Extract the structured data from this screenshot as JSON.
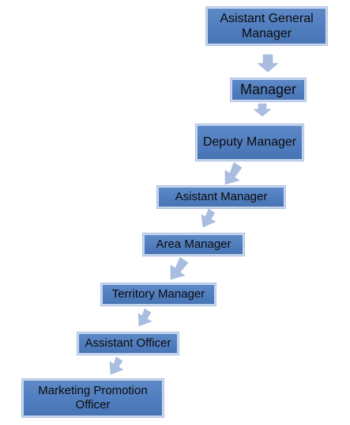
{
  "diagram": {
    "nodes": [
      {
        "id": "agm",
        "label": "Asistant General Manager"
      },
      {
        "id": "mgr",
        "label": "Manager"
      },
      {
        "id": "dm",
        "label": "Deputy Manager"
      },
      {
        "id": "am",
        "label": "Asistant Manager"
      },
      {
        "id": "area",
        "label": "Area Manager"
      },
      {
        "id": "tm",
        "label": "Territory Manager"
      },
      {
        "id": "ao",
        "label": "Assistant Officer"
      },
      {
        "id": "mpo",
        "label": "Marketing Promotion Officer"
      }
    ],
    "edges": [
      {
        "from": "agm",
        "to": "mgr"
      },
      {
        "from": "mgr",
        "to": "dm"
      },
      {
        "from": "dm",
        "to": "am"
      },
      {
        "from": "am",
        "to": "area"
      },
      {
        "from": "area",
        "to": "tm"
      },
      {
        "from": "tm",
        "to": "ao"
      },
      {
        "from": "ao",
        "to": "mpo"
      }
    ],
    "colors": {
      "box_fill": "#4f7cbd",
      "box_border": "#c9d7ee",
      "arrow_fill": "#a9bde0"
    }
  }
}
